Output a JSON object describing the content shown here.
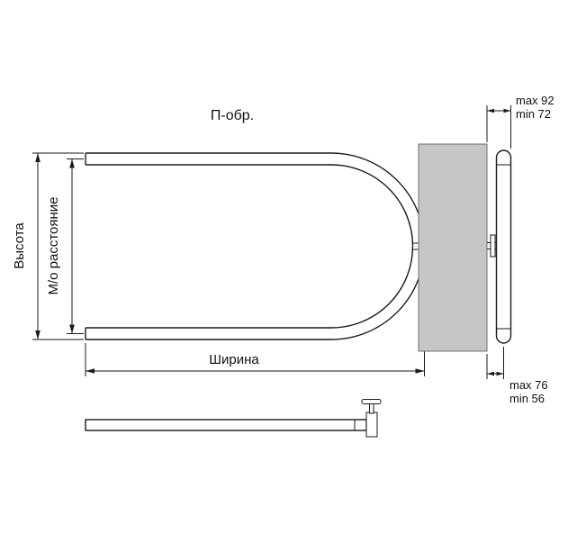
{
  "title": "П-обр.",
  "front_view": {
    "height_label": "Высота",
    "center_distance_label": "М/о расстояние",
    "width_label": "Ширина"
  },
  "side_view": {
    "top_offset": {
      "max": "max 92",
      "min": "min 72"
    },
    "bottom_offset": {
      "max": "max 76",
      "min": "min 56"
    }
  },
  "colors": {
    "line": "#1a1a1a",
    "wall_fill": "#c6c6c6",
    "wall_stroke": "#707070",
    "background": "#ffffff"
  }
}
